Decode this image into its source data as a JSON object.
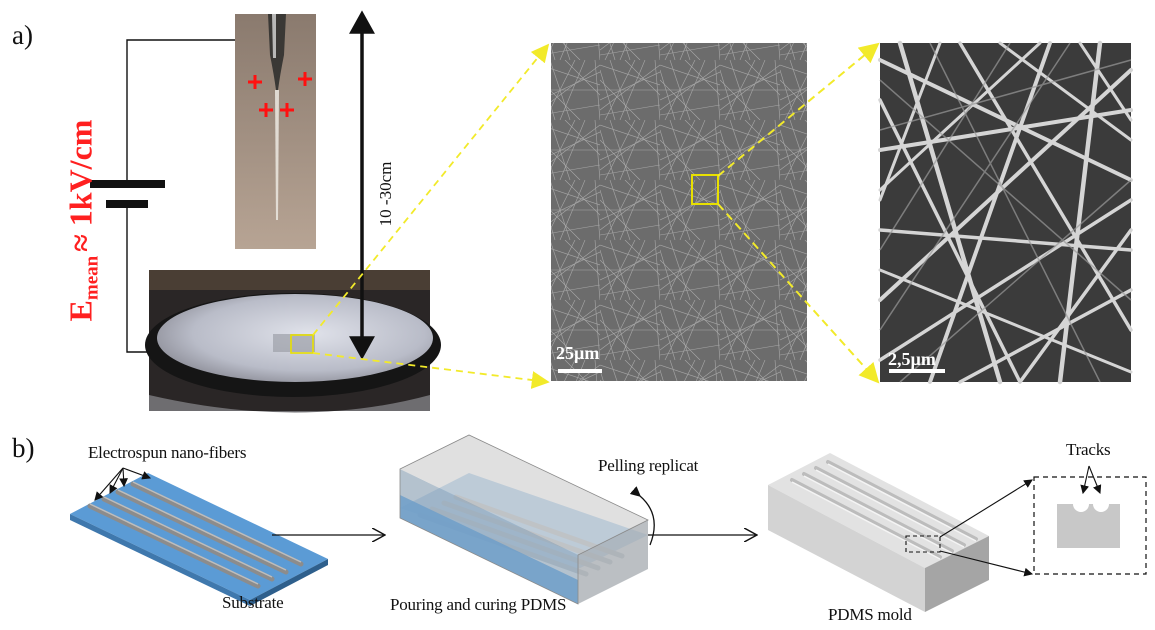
{
  "panel_a": {
    "label": "a)",
    "field_symbol": "E",
    "field_subscript": "mean",
    "field_value": "≈ 1kV/cm",
    "distance_label": "10 -30cm",
    "scale_bar_1": "25µm",
    "scale_bar_2": "2,5µm",
    "charge_symbol": "+"
  },
  "panel_b": {
    "label": "b)",
    "fibers_label": "Electrospun nano-fibers",
    "substrate_label": "Substrate",
    "peeling_label": "Pelling replicat",
    "pouring_label": "Pouring and curing PDMS",
    "mold_label": "PDMS mold",
    "tracks_label": "Tracks"
  },
  "colors": {
    "field_text": "#ff2020",
    "zoom_lines": "#ffff00",
    "substrate_blue": "#5b9bd5",
    "pdms_gray": "#d0d0d0"
  }
}
